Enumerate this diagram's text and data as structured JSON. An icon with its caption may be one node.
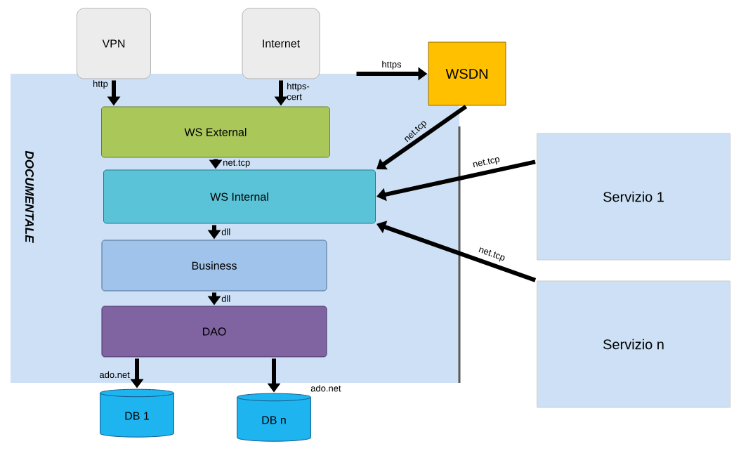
{
  "diagram": {
    "nodes": [
      {
        "text": [
          "DOCUMENTALE"
        ]
      },
      {
        "text": [
          "VPN"
        ]
      },
      {
        "text": [
          "Internet"
        ]
      },
      {
        "text": [
          "WSDN"
        ]
      },
      {
        "text": [
          "WS External"
        ],
        "in": 0
      },
      {
        "text": [
          "WS Internal"
        ],
        "in": 0
      },
      {
        "text": [
          "Business"
        ],
        "in": 0
      },
      {
        "text": [
          "DAO"
        ],
        "in": 0
      },
      {
        "text": [
          "Servizio 1"
        ]
      },
      {
        "text": [
          "Servizio n"
        ]
      },
      {
        "text": [
          "DB 1"
        ]
      },
      {
        "text": [
          "DB n"
        ]
      }
    ],
    "edges": [
      {
        "from": 1,
        "to": 4,
        "arrow": "to",
        "label": "http"
      },
      {
        "from": 2,
        "to": 4,
        "arrow": "to",
        "label": "https-cert"
      },
      {
        "from": 2,
        "to": 3,
        "arrow": "to",
        "label": "https"
      },
      {
        "from": 3,
        "to": 5,
        "arrow": "to",
        "label": "net.tcp"
      },
      {
        "from": 8,
        "to": 5,
        "arrow": "to",
        "label": "net.tcp"
      },
      {
        "from": 9,
        "to": 5,
        "arrow": "to",
        "label": "net.tcp"
      },
      {
        "from": 4,
        "to": 5,
        "arrow": "to",
        "label": "net.tcp"
      },
      {
        "from": 5,
        "to": 6,
        "arrow": "to",
        "label": "dll"
      },
      {
        "from": 6,
        "to": 7,
        "arrow": "to",
        "label": "dll"
      },
      {
        "from": 7,
        "to": 10,
        "arrow": "to",
        "label": "ado.net"
      },
      {
        "from": 7,
        "to": 11,
        "arrow": "to",
        "label": "ado.net"
      }
    ]
  }
}
